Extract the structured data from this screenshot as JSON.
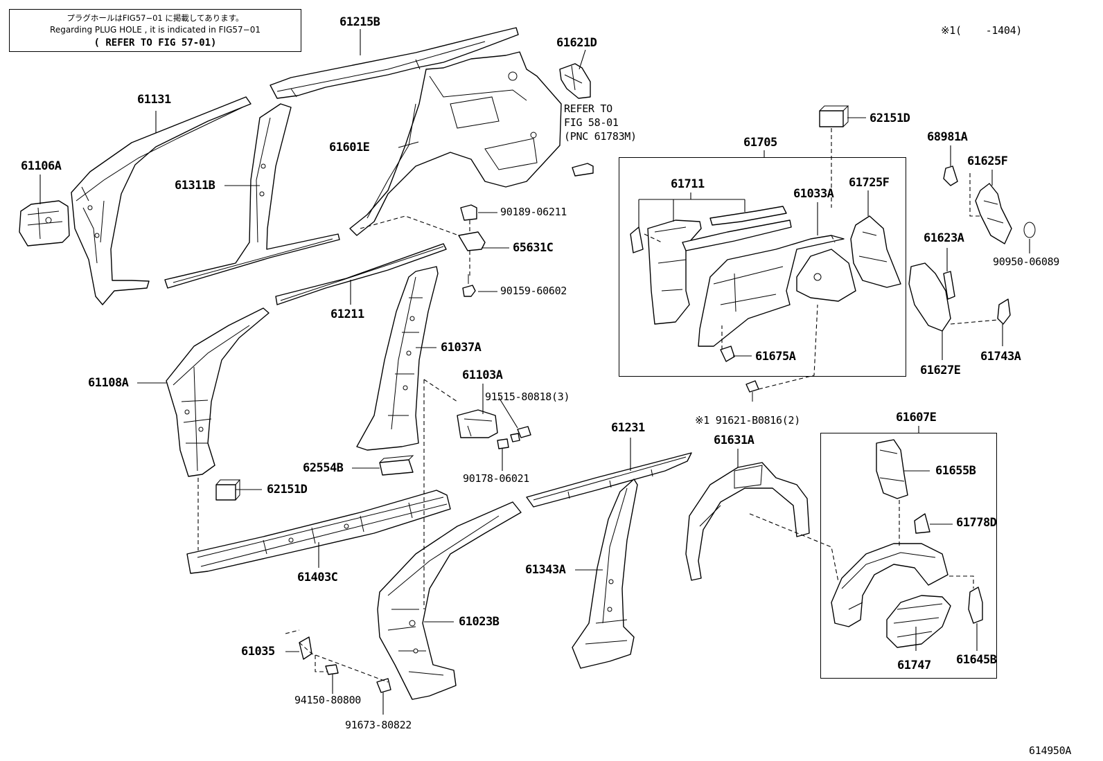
{
  "note": {
    "line1": "プラグホールはFIG57−01 に掲載してあります。",
    "line2": "Regarding PLUG HOLE , it is indicated in FIG57−01",
    "line3": "( REFER TO FIG 57-01)"
  },
  "footnote_header": "※1(    -1404)",
  "refer_note": [
    "REFER TO",
    "FIG 58-01",
    "(PNC 61783M)"
  ],
  "figure_code": "614950A",
  "labels": {
    "p61215B": "61215B",
    "p61621D": "61621D",
    "p61131": "61131",
    "p61601E": "61601E",
    "p61106A": "61106A",
    "p61311B": "61311B",
    "p90189": "90189-06211",
    "p65631C": "65631C",
    "p90159": "90159-60602",
    "p61211": "61211",
    "p61037A": "61037A",
    "p61108A": "61108A",
    "p61103A": "61103A",
    "p91515": "91515-80818(3)",
    "p90178": "90178-06021",
    "p62554B": "62554B",
    "p62151D_a": "62151D",
    "p61403C": "61403C",
    "p61231": "61231",
    "p61343A": "61343A",
    "p61023B": "61023B",
    "p61035": "61035",
    "p94150": "94150-80800",
    "p91673": "91673-80822",
    "p62151D_b": "62151D",
    "p61705": "61705",
    "p61711": "61711",
    "p61033A": "61033A",
    "p61725F": "61725F",
    "p61675A": "61675A",
    "p91621": "※1 91621-B0816(2)",
    "p68981A": "68981A",
    "p61625F": "61625F",
    "p61623A": "61623A",
    "p90950": "90950-06089",
    "p61627E": "61627E",
    "p61743A": "61743A",
    "p61631A": "61631A",
    "p61607E": "61607E",
    "p61655B": "61655B",
    "p61778D": "61778D",
    "p61747": "61747",
    "p61645B": "61645B"
  }
}
